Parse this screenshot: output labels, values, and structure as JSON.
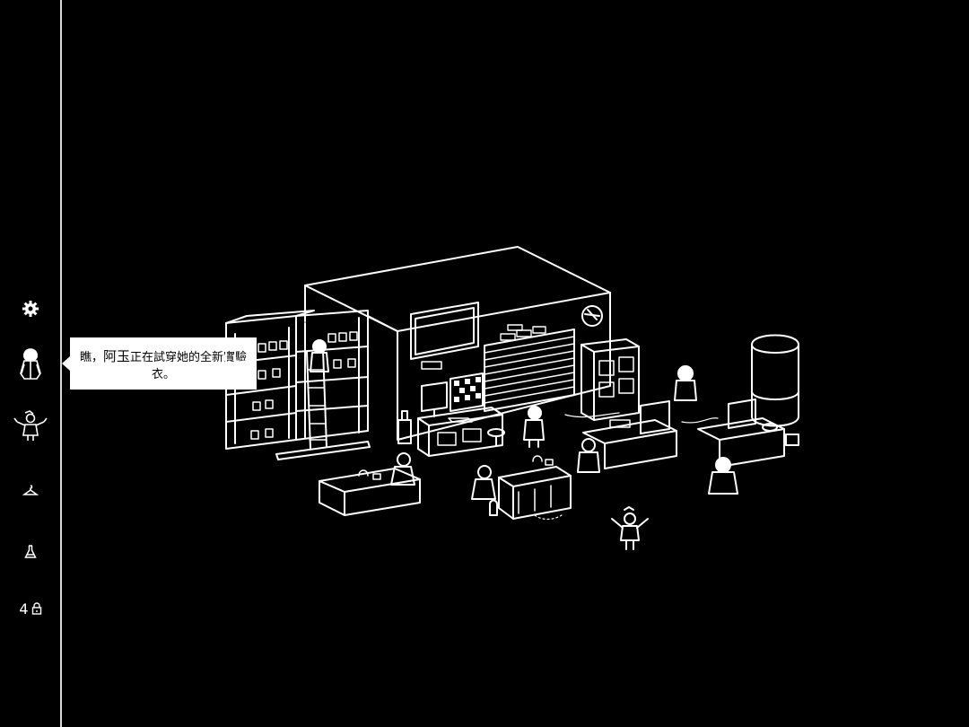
{
  "sidebar": {
    "settings_icon": "gear-icon",
    "items": [
      {
        "name": "lab-woman-icon"
      },
      {
        "name": "cheering-scientist-icon"
      },
      {
        "name": "hanger-icon"
      },
      {
        "name": "flask-icon"
      }
    ],
    "counter": {
      "value": "4",
      "icon": "lock-icon"
    }
  },
  "hint": {
    "prefix": "瞧，",
    "name": "阿玉",
    "rest": "正在試穿她的全新實驗衣。"
  },
  "colors": {
    "background": "#000000",
    "line": "#ffffff",
    "divider": "#d8d8d8"
  }
}
